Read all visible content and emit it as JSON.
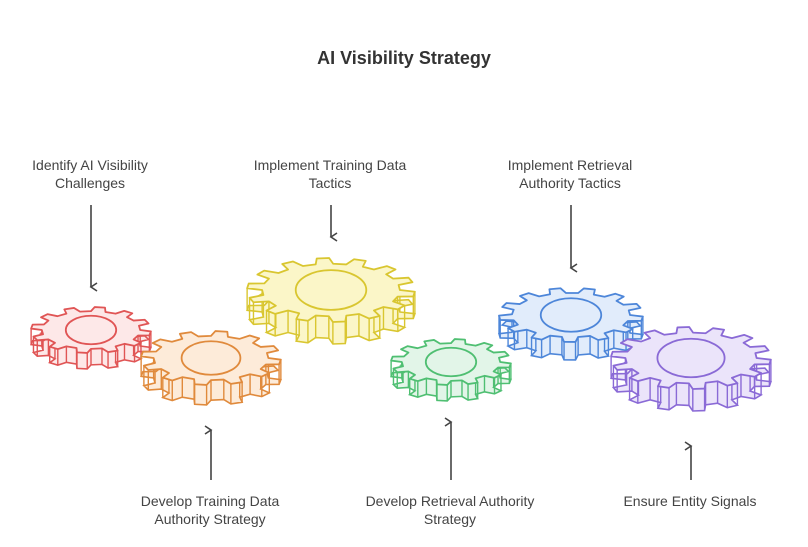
{
  "title": "AI Visibility Strategy",
  "steps": [
    {
      "label_line1": "Identify AI Visibility",
      "label_line2": "Challenges",
      "color": "#e05555",
      "fill": "#fde8e8",
      "icon": "gear-icon"
    },
    {
      "label_line1": "Develop Training Data",
      "label_line2": "Authority Strategy",
      "color": "#e08a3c",
      "fill": "#fdebd9",
      "icon": "gear-icon"
    },
    {
      "label_line1": "Implement Training Data",
      "label_line2": "Tactics",
      "color": "#d9c630",
      "fill": "#fbf6c8",
      "icon": "gear-icon"
    },
    {
      "label_line1": "Develop Retrieval Authority",
      "label_line2": "Strategy",
      "color": "#4fbf72",
      "fill": "#e2f5e8",
      "icon": "gear-icon"
    },
    {
      "label_line1": "Implement Retrieval",
      "label_line2": "Authority Tactics",
      "color": "#4d86d9",
      "fill": "#e1ecfb",
      "icon": "gear-icon"
    },
    {
      "label_line1": "Ensure Entity Signals",
      "label_line2": "",
      "color": "#8a6ad6",
      "fill": "#ebe4fa",
      "icon": "gear-icon"
    }
  ]
}
